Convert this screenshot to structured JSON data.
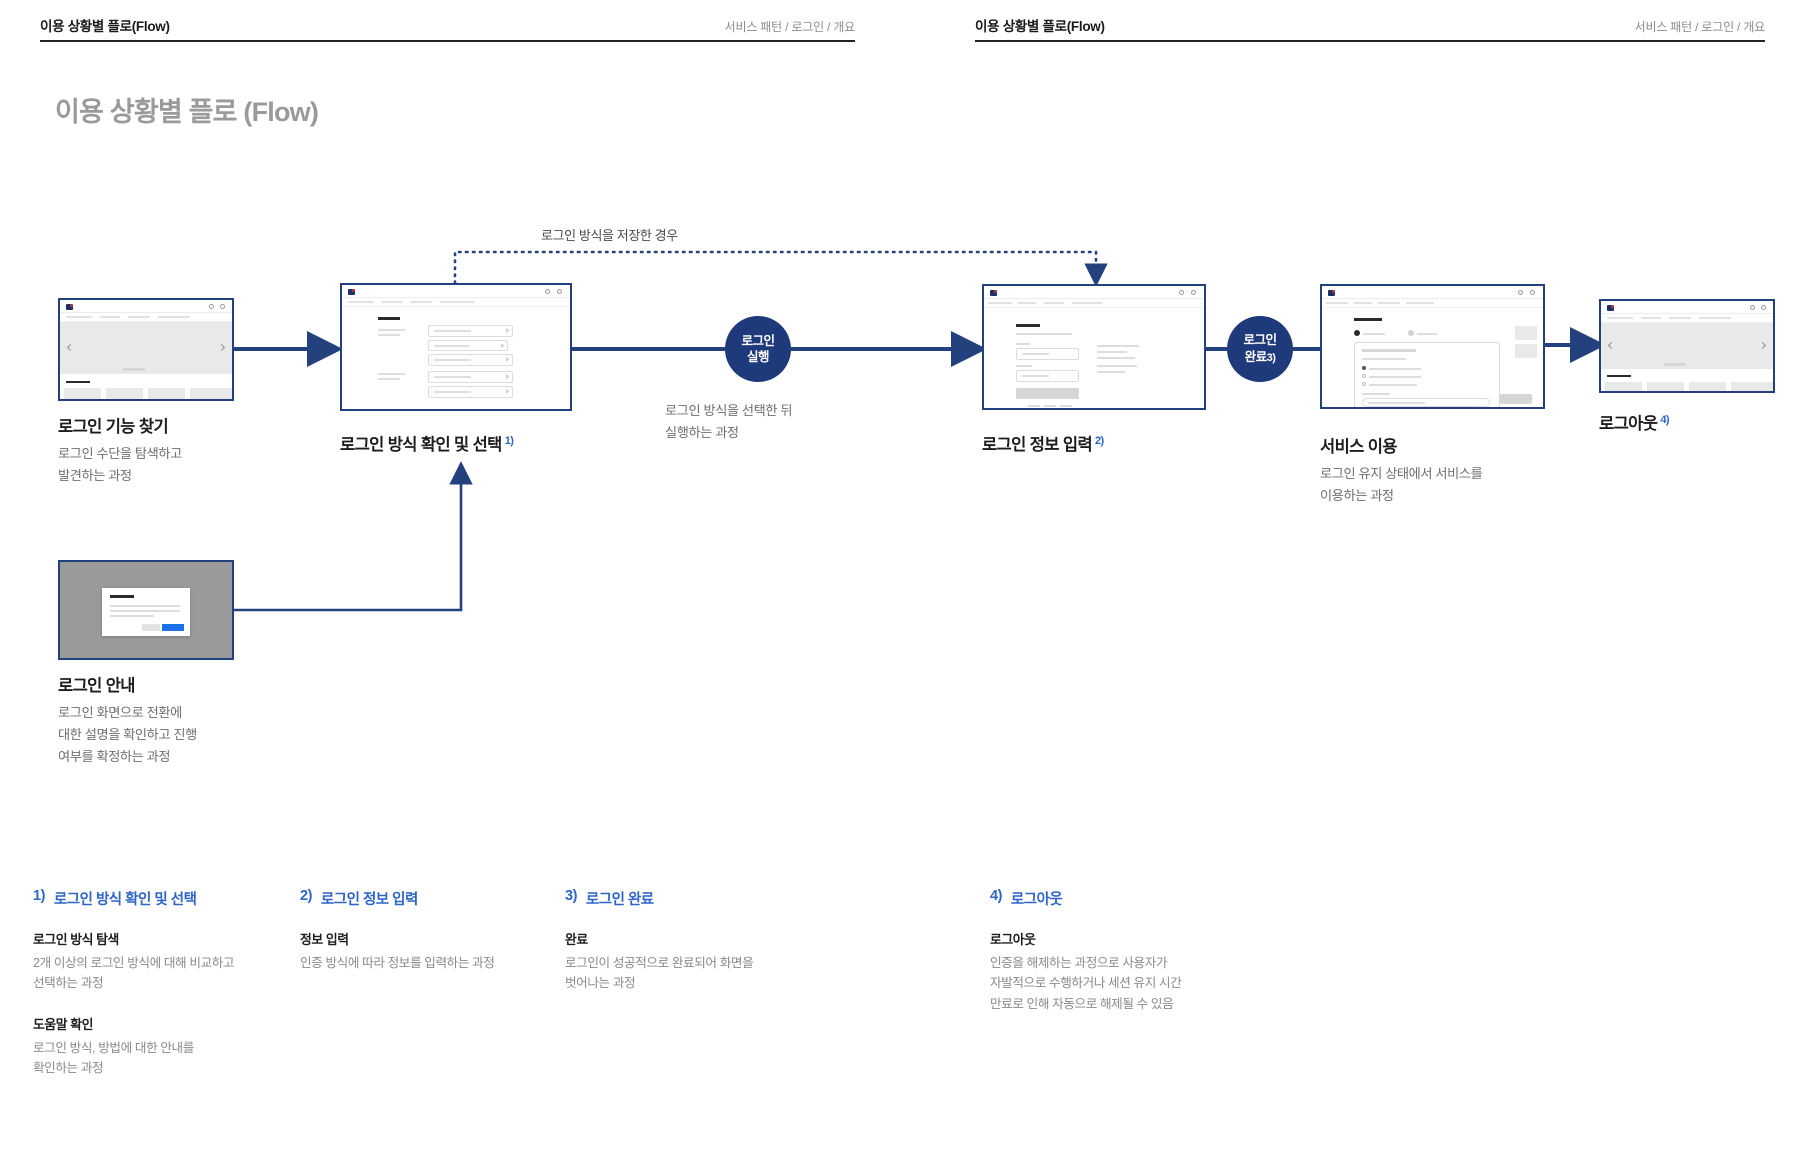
{
  "header": {
    "left": {
      "title": "이용 상황별 플로(Flow)",
      "crumb": "서비스 패턴  /  로그인  /  개요"
    },
    "right": {
      "title": "이용 상황별 플로(Flow)",
      "crumb": "서비스 패턴  /  로그인  /  개요"
    }
  },
  "page_title": "이용 상황별 플로 (Flow)",
  "branch_label": "로그인 방식을 저장한 경우",
  "nodes": [
    {
      "id": "find-login",
      "title": "로그인 기능 찾기",
      "sup": "",
      "desc": "로그인 수단을 탐색하고\n발견하는 과정"
    },
    {
      "id": "choose-method",
      "title": "로그인 방식 확인 및 선택",
      "sup": "1)",
      "desc": ""
    },
    {
      "id": "enter-info",
      "title": "로그인 정보 입력",
      "sup": "2)",
      "desc": ""
    },
    {
      "id": "use-service",
      "title": "서비스 이용",
      "sup": "",
      "desc": "로그인 유지 상태에서 서비스를\n이용하는 과정"
    },
    {
      "id": "logout",
      "title": "로그아웃",
      "sup": "4)",
      "desc": ""
    },
    {
      "id": "login-guide",
      "title": "로그인 안내",
      "sup": "",
      "desc": "로그인 화면으로 전환에\n대한 설명을 확인하고 진행\n여부를 확정하는 과정"
    }
  ],
  "badges": [
    {
      "id": "run-login",
      "line1": "로그인",
      "line2": "실행",
      "sup": ""
    },
    {
      "id": "login-complete",
      "line1": "로그인",
      "line2": "완료",
      "sup": "3)"
    }
  ],
  "mid_caption": "로그인 방식을 선택한 뒤\n실행하는 과정",
  "footnotes": [
    {
      "num": "1)",
      "title": "로그인 방식 확인 및 선택",
      "blocks": [
        {
          "sub": "로그인 방식 탐색",
          "txt": "2개 이상의 로그인 방식에 대해 비교하고\n선택하는 과정"
        },
        {
          "sub": "도움말 확인",
          "txt": "로그인 방식, 방법에 대한 안내를\n확인하는 과정"
        }
      ]
    },
    {
      "num": "2)",
      "title": "로그인 정보 입력",
      "blocks": [
        {
          "sub": "정보 입력",
          "txt": "인증 방식에 따라 정보를 입력하는 과정"
        }
      ]
    },
    {
      "num": "3)",
      "title": "로그인 완료",
      "blocks": [
        {
          "sub": "완료",
          "txt": "로그인이 성공적으로 완료되어 화면을\n벗어나는 과정"
        }
      ]
    },
    {
      "num": "4)",
      "title": "로그아웃",
      "blocks": [
        {
          "sub": "로그아웃",
          "txt": "인증을 해제하는 과정으로 사용자가\n자발적으로 수행하거나 세션 유지 시간\n만료로 인해 자동으로 해제될 수 있음"
        }
      ]
    }
  ],
  "colors": {
    "line": "#23417d",
    "badge": "#1e3a7b",
    "accent": "#2f64c8",
    "title_gray": "#9a9a9a"
  }
}
